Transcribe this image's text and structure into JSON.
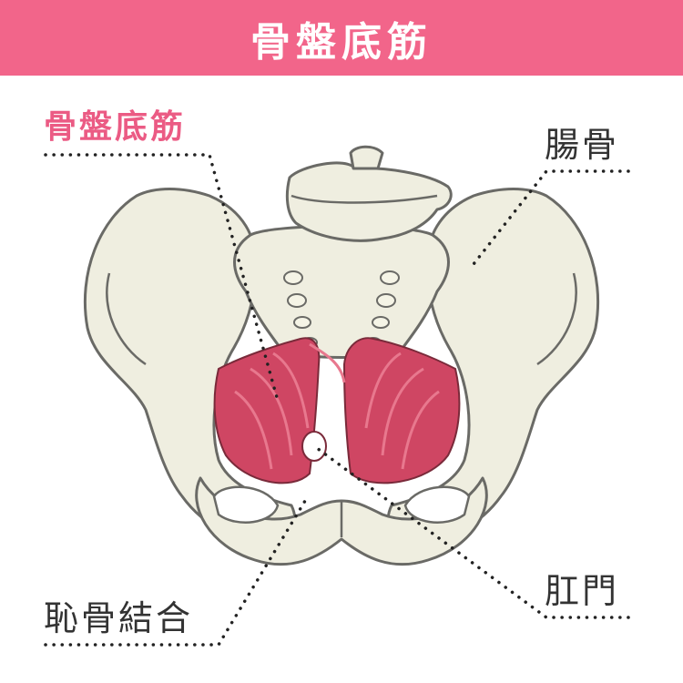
{
  "title": "骨盤底筋",
  "labels": {
    "pelvic_floor": "骨盤底筋",
    "ilium": "腸骨",
    "pubic_symphysis": "恥骨結合",
    "anus": "肛門"
  },
  "colors": {
    "banner": "#f2658a",
    "accent_text": "#eb5b84",
    "bone_fill": "#efeee0",
    "bone_stroke": "#6a6a66",
    "muscle_dark": "#cf4663",
    "muscle_light": "#e8788e"
  }
}
